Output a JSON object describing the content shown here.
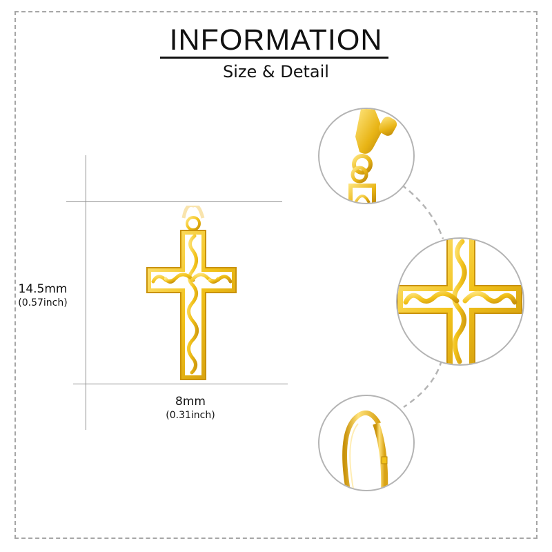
{
  "header": {
    "title": "INFORMATION",
    "subtitle": "Size & Detail"
  },
  "dimensions": {
    "height": {
      "value": "14.5mm",
      "imperial": "(0.57inch)"
    },
    "width": {
      "value": "8mm",
      "imperial": "(0.31inch)"
    }
  },
  "product": {
    "type": "cross-pendant",
    "details": [
      {
        "name": "lobster-clasp-closeup"
      },
      {
        "name": "filigree-cross-closeup"
      },
      {
        "name": "earring-hook-closeup"
      }
    ]
  },
  "colors": {
    "gold": "#F2C21A",
    "gold_dark": "#C9920A",
    "gold_light": "#FFE680",
    "guide_line": "#8C8C8C",
    "circle_border": "#B4B4B4",
    "dash": "#A6A6A6",
    "text": "#111111"
  }
}
